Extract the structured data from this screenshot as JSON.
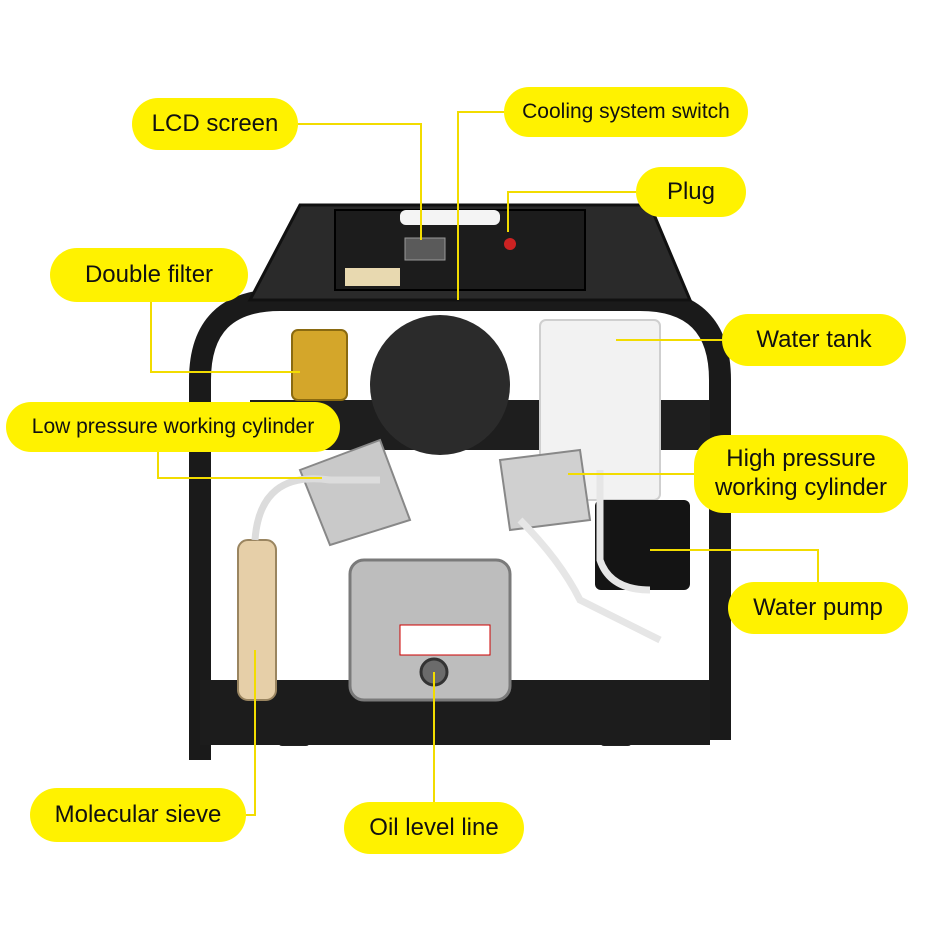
{
  "colors": {
    "callout_fill": "#fff200",
    "leader_line": "#f2dc00",
    "frame": "#1a1a1a"
  },
  "labels": {
    "lcd_screen": "LCD screen",
    "cooling_system_switch": "Cooling system switch",
    "plug": "Plug",
    "double_filter": "Double filter",
    "water_tank": "Water tank",
    "low_pressure_cylinder": "Low pressure working cylinder",
    "high_pressure_cylinder": "High pressure\nworking cylinder",
    "water_pump": "Water pump",
    "molecular_sieve": "Molecular sieve",
    "oil_level_line": "Oil level line"
  }
}
